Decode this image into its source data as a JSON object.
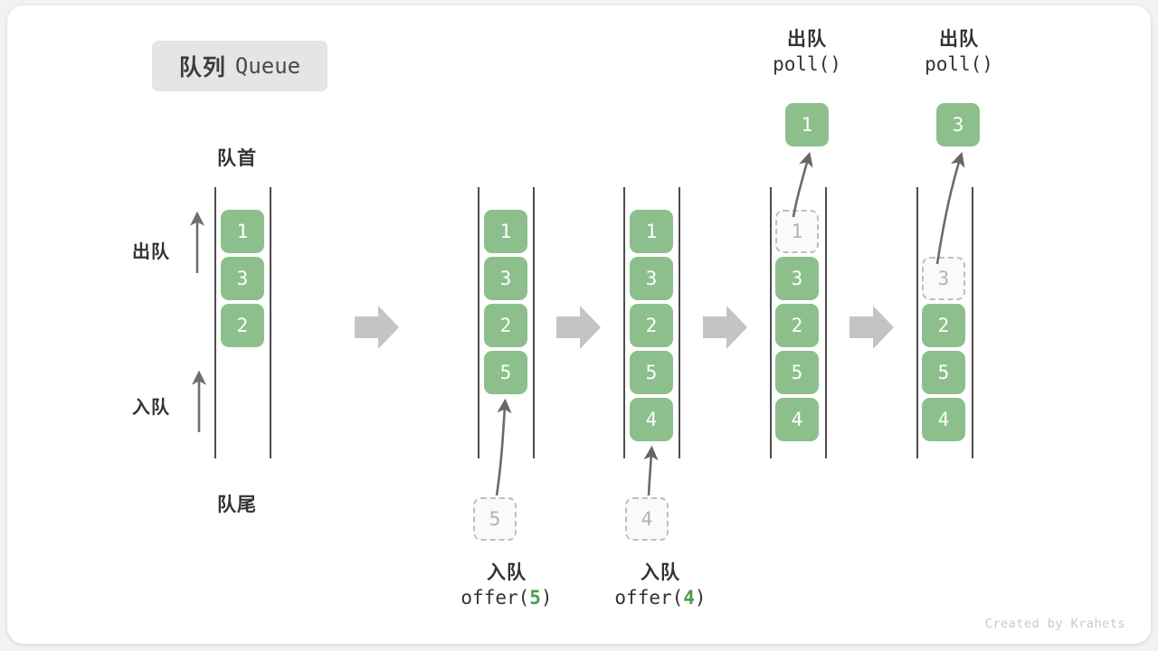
{
  "figure": {
    "title_cn": "队列",
    "title_en": "Queue",
    "watermark": "Created by Krahets"
  },
  "labels": {
    "front": "队首",
    "rear": "队尾",
    "dequeue": "出队",
    "enqueue": "入队"
  },
  "colors": {
    "element_fill": "#8cbf8c",
    "element_text": "#ffffff",
    "ghost_border": "#bfbfbf",
    "ghost_text": "#b3b3b3",
    "rail": "#4d4d4d",
    "arrow": "#666666",
    "step_arrow": "#c4c4c4",
    "badge_bg": "#e5e5e5",
    "code_accent": "#4a9c4a"
  },
  "stages": [
    {
      "id": "stage-initial",
      "elements": [
        {
          "value": "1",
          "state": "solid"
        },
        {
          "value": "3",
          "state": "solid"
        },
        {
          "value": "2",
          "state": "solid"
        }
      ],
      "caption_cn": "",
      "caption_code": "",
      "pending": null,
      "popped": null
    },
    {
      "id": "stage-offer-5",
      "elements": [
        {
          "value": "1",
          "state": "solid"
        },
        {
          "value": "3",
          "state": "solid"
        },
        {
          "value": "2",
          "state": "solid"
        },
        {
          "value": "5",
          "state": "solid"
        }
      ],
      "caption_cn": "入队",
      "caption_code_prefix": "offer(",
      "caption_code_num": "5",
      "caption_code_suffix": ")",
      "pending": {
        "value": "5",
        "state": "ghost"
      },
      "popped": null
    },
    {
      "id": "stage-offer-4",
      "elements": [
        {
          "value": "1",
          "state": "solid"
        },
        {
          "value": "3",
          "state": "solid"
        },
        {
          "value": "2",
          "state": "solid"
        },
        {
          "value": "5",
          "state": "solid"
        },
        {
          "value": "4",
          "state": "solid"
        }
      ],
      "caption_cn": "入队",
      "caption_code_prefix": "offer(",
      "caption_code_num": "4",
      "caption_code_suffix": ")",
      "pending": {
        "value": "4",
        "state": "ghost"
      },
      "popped": null
    },
    {
      "id": "stage-poll-1",
      "elements": [
        {
          "value": "1",
          "state": "ghost"
        },
        {
          "value": "3",
          "state": "solid"
        },
        {
          "value": "2",
          "state": "solid"
        },
        {
          "value": "5",
          "state": "solid"
        },
        {
          "value": "4",
          "state": "solid"
        }
      ],
      "caption_cn": "出队",
      "caption_code": "poll()",
      "popped": {
        "value": "1",
        "state": "solid"
      }
    },
    {
      "id": "stage-poll-3",
      "elements": [
        {
          "value": "",
          "state": "empty"
        },
        {
          "value": "3",
          "state": "ghost"
        },
        {
          "value": "2",
          "state": "solid"
        },
        {
          "value": "5",
          "state": "solid"
        },
        {
          "value": "4",
          "state": "solid"
        }
      ],
      "caption_cn": "出队",
      "caption_code": "poll()",
      "popped": {
        "value": "3",
        "state": "solid"
      }
    }
  ]
}
